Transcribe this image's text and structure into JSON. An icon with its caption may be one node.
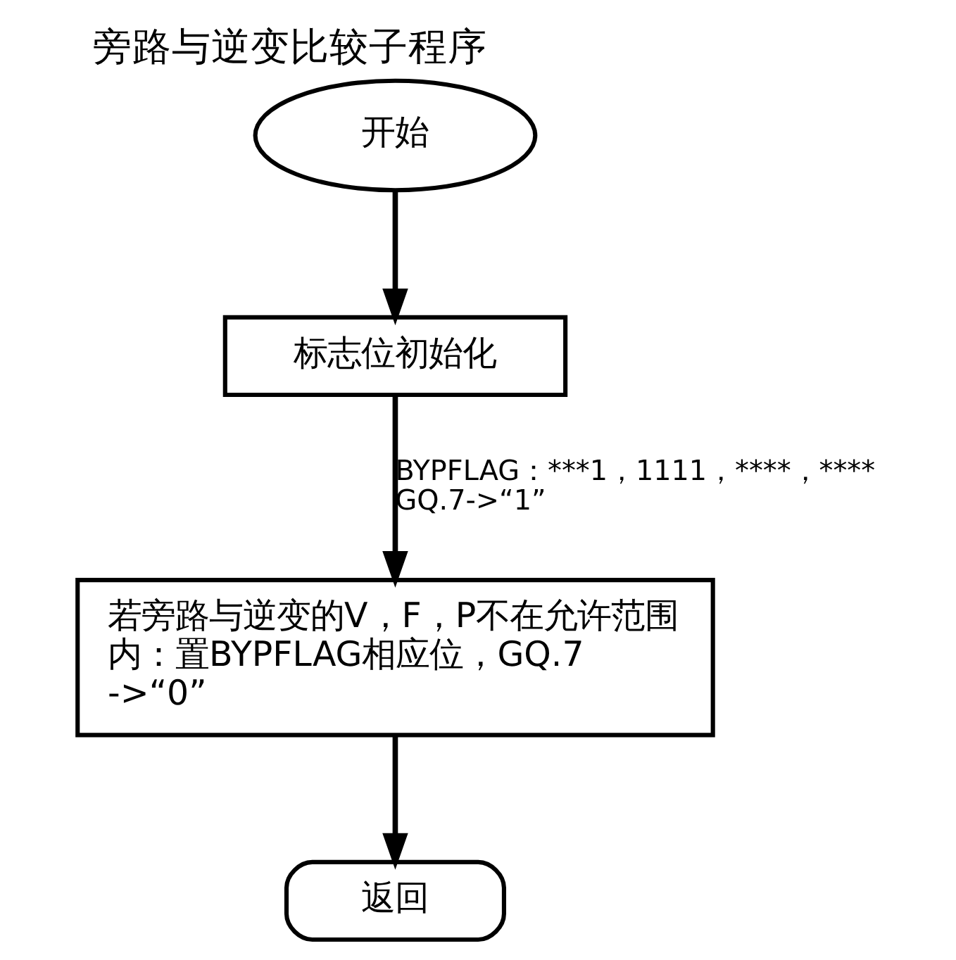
{
  "diagram": {
    "title": "旁路与逆变比较子程序",
    "nodes": [
      {
        "text": [
          "开始"
        ]
      },
      {
        "text": [
          "标志位初始化"
        ]
      },
      {
        "text": [
          "若旁路与逆变的V，F，P不在允许范围内：置BYPFLAG相应位，GQ.7->“0”"
        ]
      },
      {
        "text": [
          "返回"
        ]
      }
    ],
    "edges": [
      {
        "from": 0,
        "to": 1,
        "arrow": "to"
      },
      {
        "from": 1,
        "to": 2,
        "arrow": "to",
        "label": "BYPFLAG：***1，1111，****，**** GQ.7->“1”"
      },
      {
        "from": 2,
        "to": 3,
        "arrow": "to"
      }
    ]
  }
}
